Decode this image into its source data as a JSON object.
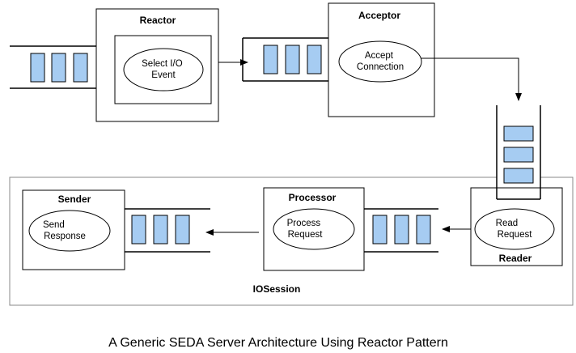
{
  "diagram": {
    "reactor": {
      "title": "Reactor",
      "node": [
        "Select I/O",
        "Event"
      ]
    },
    "acceptor": {
      "title": "Acceptor",
      "node": [
        "Accept",
        "Connection"
      ]
    },
    "iosession": {
      "title": "IOSession"
    },
    "reader": {
      "title": "Reader",
      "node": [
        "Read",
        "Request"
      ]
    },
    "processor": {
      "title": "Processor",
      "node": [
        "Process",
        "Request"
      ]
    },
    "sender": {
      "title": "Sender",
      "node": [
        "Send",
        "Response"
      ]
    },
    "caption": "A Generic SEDA Server Architecture Using Reactor Pattern",
    "colors": {
      "queue_slot": "#a6ccf2",
      "stroke": "#000000",
      "background": "#ffffff",
      "outer_border": "#888888"
    }
  }
}
